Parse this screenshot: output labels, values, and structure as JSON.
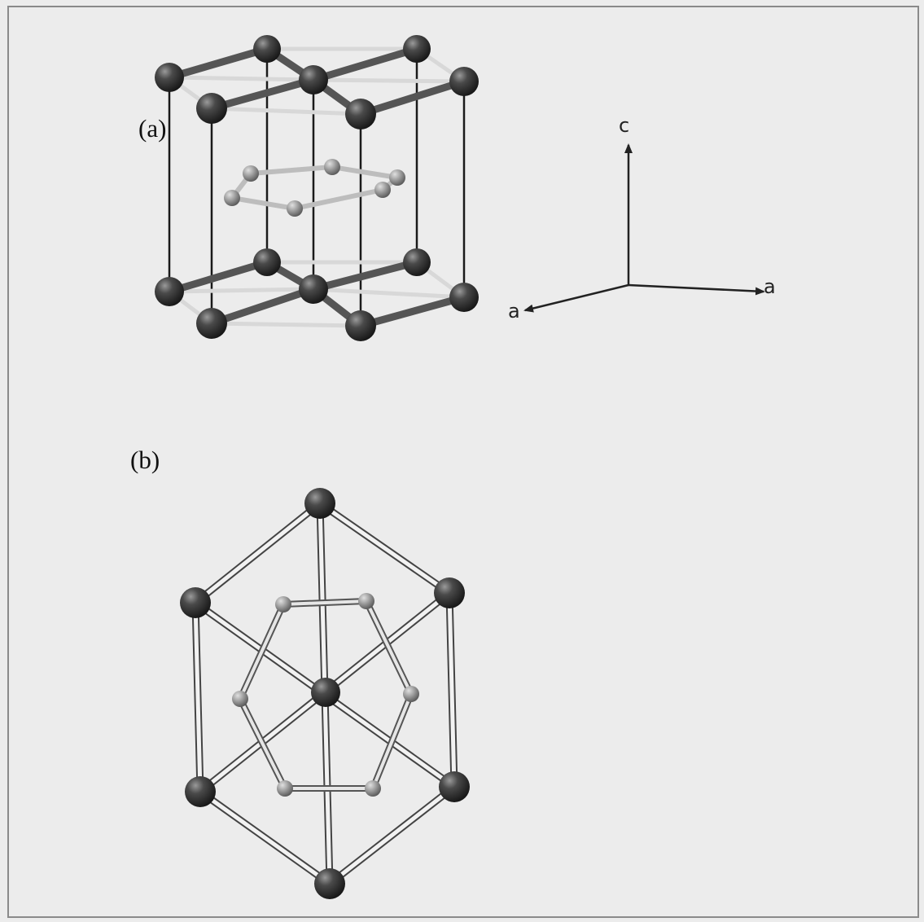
{
  "panels": {
    "a": {
      "label": "(a)"
    },
    "b": {
      "label": "(b)"
    }
  },
  "axes": {
    "c": "c",
    "a_right": "a",
    "a_left": "a"
  },
  "colors": {
    "background": "#ececec",
    "large_atom": "#2b2b2b",
    "small_atom": "#8c8c8c",
    "bond_light": "#dcdcdc",
    "bond_dark": "#555555",
    "edge_line": "#1a1a1a"
  }
}
